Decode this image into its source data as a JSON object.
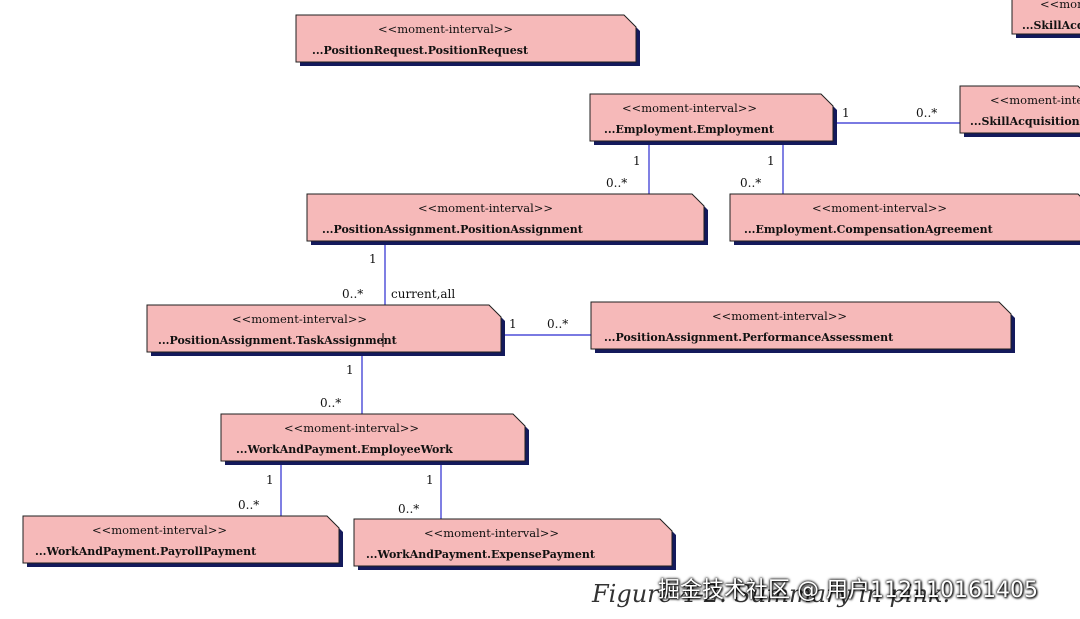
{
  "stereotype": "<<moment-interval>>",
  "classes": [
    {
      "id": "position-request",
      "name": "...PositionRequest.PositionRequest"
    },
    {
      "id": "skill-acq-top",
      "name": "...SkillAcq"
    },
    {
      "id": "employment",
      "name": "...Employment.Employment"
    },
    {
      "id": "skill-acquisition",
      "name": "...SkillAcquisition."
    },
    {
      "id": "position-assignment",
      "name": "...PositionAssignment.PositionAssignment"
    },
    {
      "id": "compensation-agreement",
      "name": "...Employment.CompensationAgreement"
    },
    {
      "id": "task-assignment",
      "name": "...PositionAssignment.TaskAssignment"
    },
    {
      "id": "performance-assessment",
      "name": "...PositionAssignment.PerformanceAssessment"
    },
    {
      "id": "employee-work",
      "name": "...WorkAndPayment.EmployeeWork"
    },
    {
      "id": "payroll-payment",
      "name": "...WorkAndPayment.PayrollPayment"
    },
    {
      "id": "expense-payment",
      "name": "...WorkAndPayment.ExpensePayment"
    }
  ],
  "associations": [
    {
      "from": "employment",
      "to": "skill-acquisition",
      "from_mult": "1",
      "to_mult": "0..*",
      "role": ""
    },
    {
      "from": "employment",
      "to": "position-assignment",
      "from_mult": "1",
      "to_mult": "0..*",
      "role": ""
    },
    {
      "from": "employment",
      "to": "compensation-agreement",
      "from_mult": "1",
      "to_mult": "0..*",
      "role": ""
    },
    {
      "from": "position-assignment",
      "to": "task-assignment",
      "from_mult": "1",
      "to_mult": "0..*",
      "role": "current,all"
    },
    {
      "from": "task-assignment",
      "to": "performance-assessment",
      "from_mult": "1",
      "to_mult": "0..*",
      "role": ""
    },
    {
      "from": "task-assignment",
      "to": "employee-work",
      "from_mult": "1",
      "to_mult": "0..*",
      "role": ""
    },
    {
      "from": "employee-work",
      "to": "payroll-payment",
      "from_mult": "1",
      "to_mult": "0..*",
      "role": ""
    },
    {
      "from": "employee-work",
      "to": "expense-payment",
      "from_mult": "1",
      "to_mult": "0..*",
      "role": ""
    }
  ],
  "caption": "Figure 4-2. Summary in pink.",
  "watermark": "掘金技术社区 @ 用户112110161405"
}
